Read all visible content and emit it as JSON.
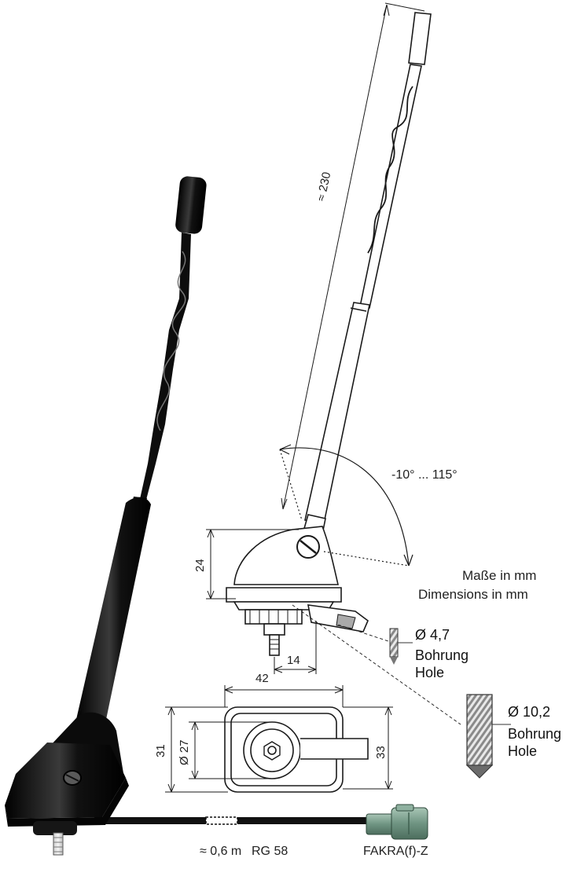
{
  "dimensions": {
    "length": "≈ 230",
    "angle_range": "-10° ... 115°",
    "base_height": "24",
    "stud_offset": "14",
    "base_width": "42",
    "base_depth_outer": "31",
    "base_seal_diameter": "Ø 27",
    "base_depth_right": "33"
  },
  "note": {
    "line1": "Maße in mm",
    "line2": "Dimensions in mm"
  },
  "hole_small": {
    "diameter": "Ø 4,7",
    "label_de": "Bohrung",
    "label_en": "Hole"
  },
  "hole_large": {
    "diameter": "Ø 10,2",
    "label_de": "Bohrung",
    "label_en": "Hole"
  },
  "cable": {
    "length": "≈ 0,6 m",
    "type": "RG 58",
    "connector": "FAKRA(f)-Z"
  },
  "colors": {
    "antenna_black": "#0d0d0d",
    "connector_green": "#7a9e8c",
    "line_art": "#1a1a1a"
  }
}
